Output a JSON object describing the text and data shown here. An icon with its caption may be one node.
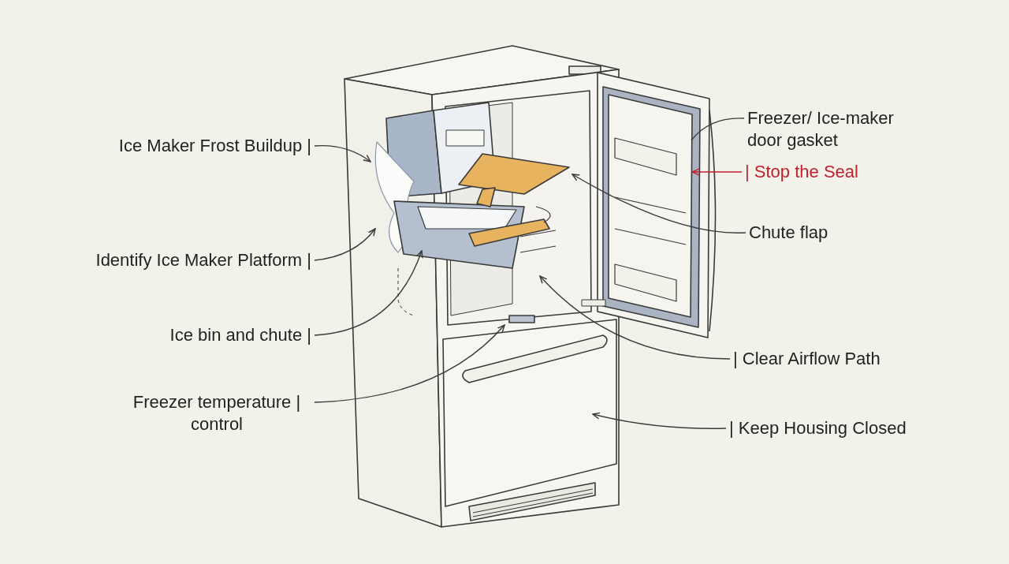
{
  "diagram": {
    "nodes": [
      {
        "text": [
          "Ice Maker Frost Buildup |"
        ]
      },
      {
        "text": [
          "Identify Ice Maker Platform |"
        ]
      },
      {
        "text": [
          "Ice bin and chute |"
        ]
      },
      {
        "text": [
          "Freezer temperature | control"
        ]
      },
      {
        "text": [
          "Freezer/ Ice-maker door gasket"
        ]
      },
      {
        "text": [
          "| Stop the Seal"
        ]
      },
      {
        "text": [
          "Chute flap"
        ]
      },
      {
        "text": [
          "| Clear Airflow Path"
        ]
      },
      {
        "text": [
          "| Keep Housing Closed"
        ]
      }
    ],
    "edges": [
      {
        "from": 0,
        "to": null,
        "arrow": "to"
      },
      {
        "from": 1,
        "to": null,
        "arrow": "to"
      },
      {
        "from": 2,
        "to": null,
        "arrow": "to"
      },
      {
        "from": 3,
        "to": null,
        "arrow": "to"
      },
      {
        "from": 4,
        "to": null,
        "arrow": "none"
      },
      {
        "from": 5,
        "to": null,
        "arrow": "to",
        "color": "#c0202a"
      },
      {
        "from": 6,
        "to": null,
        "arrow": "to"
      },
      {
        "from": 7,
        "to": null,
        "arrow": "to"
      },
      {
        "from": 8,
        "to": null,
        "arrow": "to"
      }
    ]
  }
}
